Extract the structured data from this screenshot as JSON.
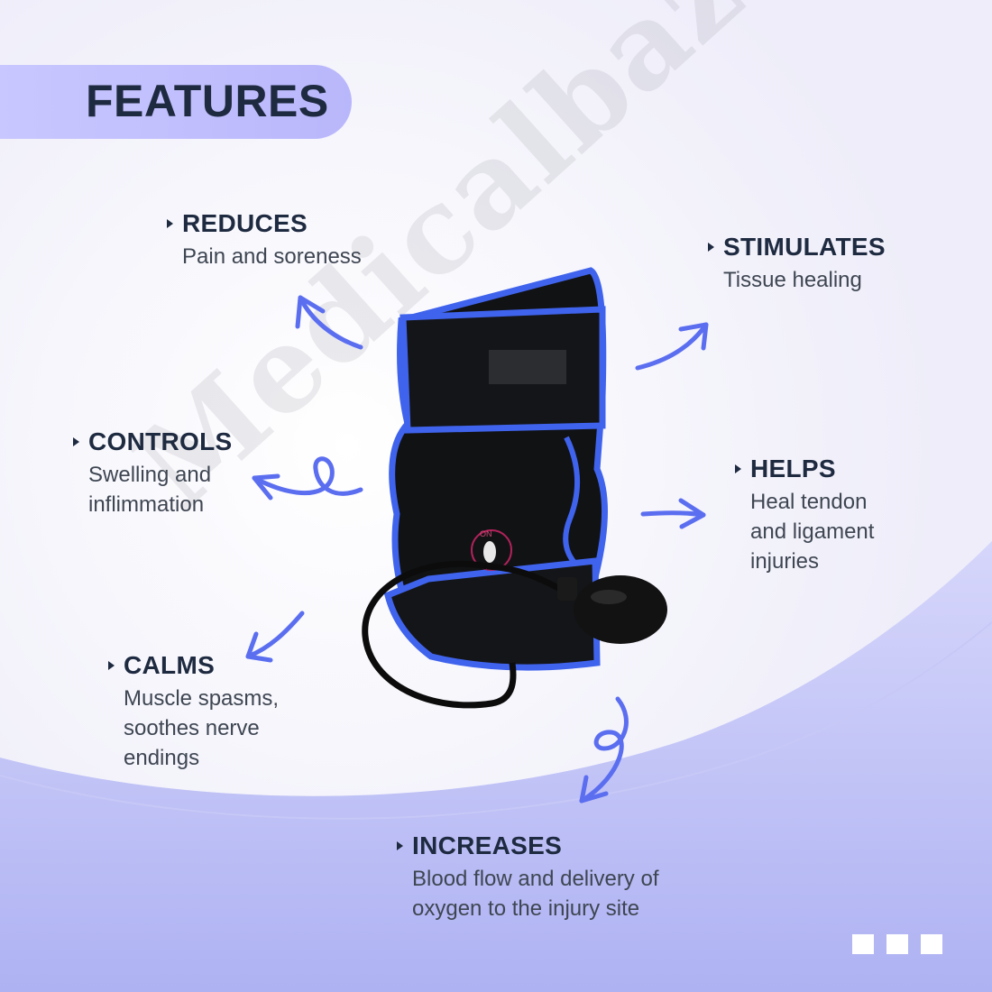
{
  "title": "FEATURES",
  "features": [
    {
      "heading": "REDUCES",
      "description": "Pain and soreness"
    },
    {
      "heading": "STIMULATES",
      "description": "Tissue healing"
    },
    {
      "heading": "CONTROLS",
      "description": "Swelling and\ninflimmation"
    },
    {
      "heading": "HELPS",
      "description": "Heal tendon\nand ligament\ninjuries"
    },
    {
      "heading": "CALMS",
      "description": "Muscle spasms,\nsoothes nerve\nendings"
    },
    {
      "heading": "INCREASES",
      "description": "Blood flow and delivery of\noxygen to the injury site"
    }
  ],
  "product_label_on": "ON",
  "watermark": "Medicalbazzar",
  "colors": {
    "accent": "#5b6ef0",
    "banner": "#c9c7ff",
    "text": "#1e2a40",
    "wave": "#b7b9f4"
  },
  "icons": [
    "arrow-icon",
    "triangle-bullet-icon"
  ],
  "carousel_dots": 3
}
